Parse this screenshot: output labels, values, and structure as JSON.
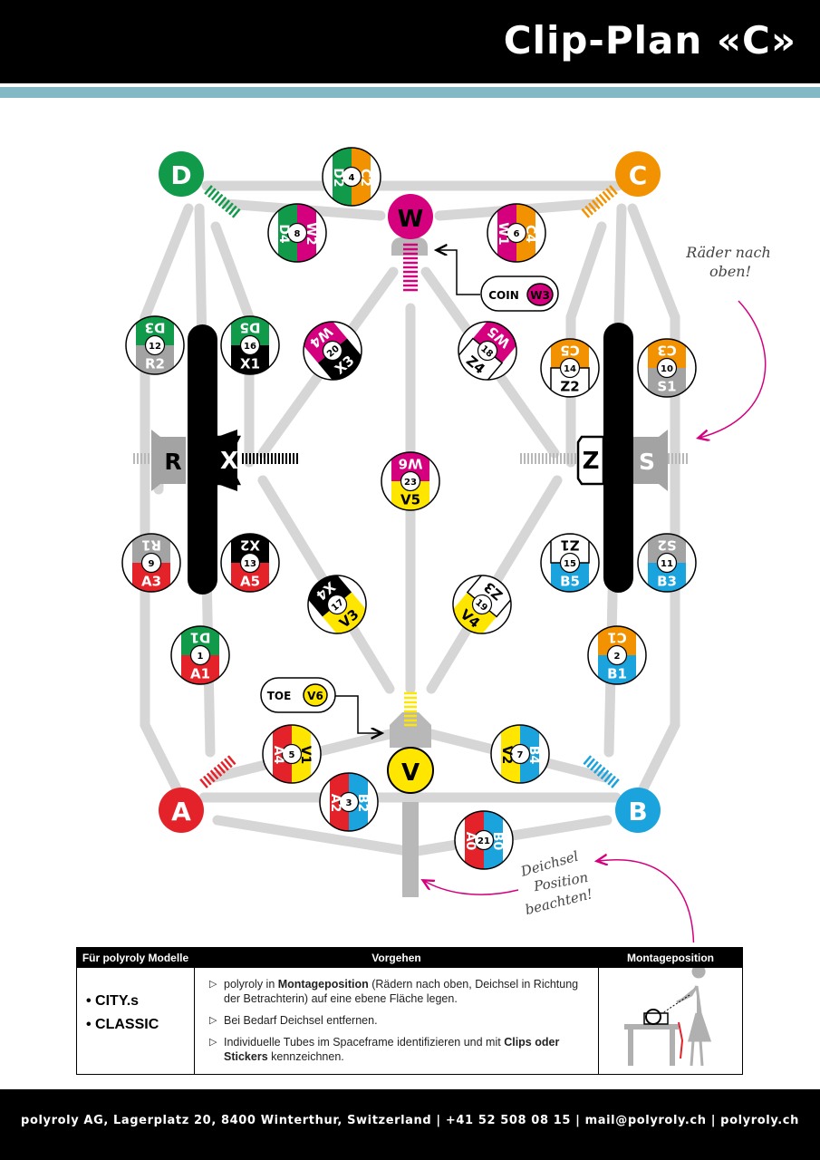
{
  "header": {
    "title": "Clip-Plan «C»"
  },
  "nodes": {
    "D": "D",
    "C": "C",
    "W": "W",
    "A": "A",
    "B": "B",
    "V": "V"
  },
  "side_letters": {
    "R": "R",
    "X": "X",
    "Z": "Z",
    "S": "S"
  },
  "colors": {
    "green": "#119a4a",
    "orange": "#f39200",
    "magenta": "#d4007d",
    "red": "#e3222a",
    "blue": "#1aa3dc",
    "yellow": "#ffe600",
    "gray": "#a3a3a3",
    "black": "#000000",
    "white": "#ffffff",
    "tube": "#d6d6d6",
    "stripe": "#83b9c4",
    "arrow": "#d4007d"
  },
  "clips": [
    {
      "num": "4",
      "left": "D2",
      "right": "C2",
      "layout": "lr",
      "lc": "green",
      "rc": "orange"
    },
    {
      "num": "8",
      "left": "D4",
      "right": "W2",
      "layout": "lr",
      "lc": "green",
      "rc": "magenta"
    },
    {
      "num": "6",
      "left": "W1",
      "right": "C4",
      "layout": "lr",
      "lc": "magenta",
      "rc": "orange"
    },
    {
      "num": "12",
      "top": "D3",
      "bottom": "R2",
      "layout": "tb",
      "tc": "green",
      "bc": "gray"
    },
    {
      "num": "16",
      "top": "D5",
      "bottom": "X1",
      "layout": "tb",
      "tc": "green",
      "bc": "black"
    },
    {
      "num": "20",
      "top": "W4",
      "bottom": "X3",
      "layout": "diag",
      "tc": "magenta",
      "bc": "black"
    },
    {
      "num": "18",
      "top": "W5",
      "bottom": "Z4",
      "layout": "diag",
      "tc": "magenta",
      "bc": "white"
    },
    {
      "num": "14",
      "top": "C5",
      "bottom": "Z2",
      "layout": "tb",
      "tc": "orange",
      "bc": "white"
    },
    {
      "num": "10",
      "top": "C3",
      "bottom": "S1",
      "layout": "tb",
      "tc": "orange",
      "bc": "gray"
    },
    {
      "num": "23",
      "top": "W6",
      "bottom": "V5",
      "layout": "tb",
      "tc": "magenta",
      "bc": "yellow"
    },
    {
      "num": "9",
      "top": "R1",
      "bottom": "A3",
      "layout": "tb",
      "tc": "gray",
      "bc": "red"
    },
    {
      "num": "13",
      "top": "X2",
      "bottom": "A5",
      "layout": "tb",
      "tc": "black",
      "bc": "red"
    },
    {
      "num": "15",
      "top": "Z1",
      "bottom": "B5",
      "layout": "tb",
      "tc": "white",
      "bc": "blue"
    },
    {
      "num": "11",
      "top": "S2",
      "bottom": "B3",
      "layout": "tb",
      "tc": "gray",
      "bc": "blue"
    },
    {
      "num": "17",
      "top": "X4",
      "bottom": "V3",
      "layout": "diag",
      "tc": "black",
      "bc": "yellow"
    },
    {
      "num": "19",
      "top": "Z3",
      "bottom": "V4",
      "layout": "diag",
      "tc": "white",
      "bc": "yellow"
    },
    {
      "num": "1",
      "top": "D1",
      "bottom": "A1",
      "layout": "tb",
      "tc": "green",
      "bc": "red"
    },
    {
      "num": "2",
      "top": "C1",
      "bottom": "B1",
      "layout": "tb",
      "tc": "orange",
      "bc": "blue"
    },
    {
      "num": "5",
      "left": "A4",
      "right": "V1",
      "layout": "lr",
      "lc": "red",
      "rc": "yellow"
    },
    {
      "num": "7",
      "left": "V2",
      "right": "B4",
      "layout": "lr",
      "lc": "yellow",
      "rc": "blue"
    },
    {
      "num": "3",
      "left": "A2",
      "right": "B2",
      "layout": "lr",
      "lc": "red",
      "rc": "blue"
    },
    {
      "num": "21",
      "left": "A0",
      "right": "B0",
      "layout": "lr",
      "lc": "red",
      "rc": "blue"
    }
  ],
  "callouts": {
    "coin": {
      "label": "COIN",
      "badge": "W3"
    },
    "toe": {
      "label": "TOE",
      "badge": "V6"
    }
  },
  "annotations": {
    "wheels_up": [
      "Räder nach",
      "oben!"
    ],
    "drawbar": [
      "Deichsel",
      "Position",
      "beachten!"
    ]
  },
  "table": {
    "headers": {
      "models": "Für polyroly Modelle",
      "steps": "Vorgehen",
      "position": "Montageposition"
    },
    "models": [
      "• CITY.s",
      "• CLASSIC"
    ],
    "steps": {
      "s1": {
        "a": "polyroly in ",
        "b": "Montageposition",
        "c": " (Rädern nach oben, Deichsel in Richtung der Betrachterin) auf eine ebene Fläche legen."
      },
      "s2": {
        "a": "Bei Bedarf Deichsel entfernen."
      },
      "s3": {
        "a": "Individuelle Tubes im Spaceframe identifizieren und mit ",
        "b": "Clips oder Stickers",
        "c": " kennzeichnen."
      }
    },
    "bullet": "▷"
  },
  "footer": {
    "text": "polyroly AG, Lagerplatz 20, 8400 Winterthur, Switzerland  |  +41 52 508 08 15  |  mail@polyroly.ch  |  polyroly.ch"
  }
}
